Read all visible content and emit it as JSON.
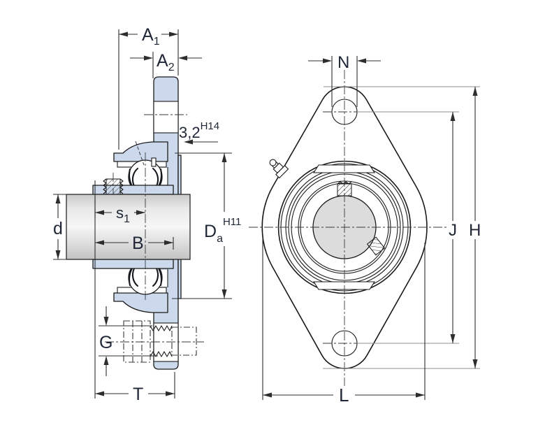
{
  "drawing": {
    "colors": {
      "section_fill": "#ccd9ec",
      "shaft_fill": "#e6e6e6",
      "bore_fill": "#dcdcdc",
      "outline": "#1a1a1a",
      "dimension_lines": "#2d2d2d",
      "label_text": "#1f2736",
      "background": "#ffffff"
    },
    "labels": {
      "a1": {
        "base": "A",
        "sub": "1"
      },
      "a2": {
        "base": "A",
        "sub": "2"
      },
      "groove": {
        "base": "3,2",
        "sup": "H14"
      },
      "d": {
        "base": "d"
      },
      "s1": {
        "base": "s",
        "sub": "1"
      },
      "b": {
        "base": "B"
      },
      "g": {
        "base": "G"
      },
      "t": {
        "base": "T"
      },
      "da": {
        "base": "D",
        "sub": "a",
        "sup": "H11"
      },
      "n": {
        "base": "N"
      },
      "j": {
        "base": "J"
      },
      "h": {
        "base": "H"
      },
      "l": {
        "base": "L"
      }
    }
  }
}
